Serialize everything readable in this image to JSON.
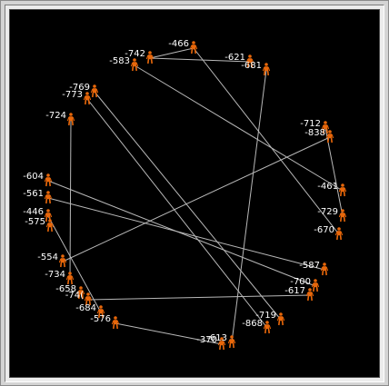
{
  "graph": {
    "background": "#000000",
    "edge_color": "#b8b8b8",
    "node_color": "#e8670a",
    "node_icon": "person-icon",
    "nodes": [
      {
        "id": "n466",
        "label": "-466"
      },
      {
        "id": "n742",
        "label": "-742"
      },
      {
        "id": "n583",
        "label": "-583"
      },
      {
        "id": "n621",
        "label": "-621"
      },
      {
        "id": "n681",
        "label": "-681"
      },
      {
        "id": "n769",
        "label": "-769"
      },
      {
        "id": "n773",
        "label": "-773"
      },
      {
        "id": "n724",
        "label": "-724"
      },
      {
        "id": "n712",
        "label": "-712"
      },
      {
        "id": "n838",
        "label": "-838"
      },
      {
        "id": "n604",
        "label": "-604"
      },
      {
        "id": "n461",
        "label": "-461"
      },
      {
        "id": "n561",
        "label": "-561"
      },
      {
        "id": "n446",
        "label": "-446"
      },
      {
        "id": "n729",
        "label": "-729"
      },
      {
        "id": "n575",
        "label": "-575"
      },
      {
        "id": "n670",
        "label": "-670"
      },
      {
        "id": "n554",
        "label": "-554"
      },
      {
        "id": "n587",
        "label": "-587"
      },
      {
        "id": "n734",
        "label": "-734"
      },
      {
        "id": "n700",
        "label": "-700"
      },
      {
        "id": "n658",
        "label": "-658"
      },
      {
        "id": "n617",
        "label": "-617"
      },
      {
        "id": "n744",
        "label": "-74("
      },
      {
        "id": "n684",
        "label": "-684"
      },
      {
        "id": "n719",
        "label": "-719"
      },
      {
        "id": "n576",
        "label": "-576"
      },
      {
        "id": "n868",
        "label": "-868"
      },
      {
        "id": "n370",
        "label": "-370"
      },
      {
        "id": "n613",
        "label": "-613"
      }
    ],
    "edges": [
      [
        "n742",
        "n466"
      ],
      [
        "n742",
        "n621"
      ],
      [
        "n583",
        "n461"
      ],
      [
        "n466",
        "n670"
      ],
      [
        "n681",
        "n613"
      ],
      [
        "n769",
        "n719"
      ],
      [
        "n773",
        "n868"
      ],
      [
        "n724",
        "n734"
      ],
      [
        "n712",
        "n729"
      ],
      [
        "n838",
        "n554"
      ],
      [
        "n604",
        "n700"
      ],
      [
        "n561",
        "n587"
      ],
      [
        "n446",
        "n684"
      ],
      [
        "n617",
        "n744"
      ],
      [
        "n576",
        "n370"
      ]
    ]
  }
}
